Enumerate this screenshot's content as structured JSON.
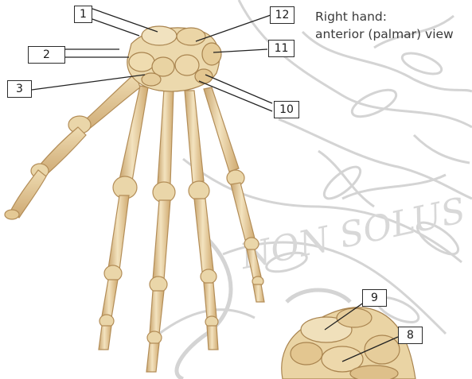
{
  "figure": {
    "title_line1": "Right hand:",
    "title_line2": "anterior (palmar) view",
    "watermark_text": "NON SOLUS"
  },
  "labels": {
    "l1": "1",
    "l2": "2",
    "l3": "3",
    "l8": "8",
    "l9": "9",
    "l10": "10",
    "l11": "11",
    "l12": "12"
  },
  "colors": {
    "bone": "#e8d3a6",
    "bone_shadow": "#c9a56f",
    "bone_highlight": "#f7ecd2",
    "background_engraving": "#cfcfcf",
    "leader_line": "#222222"
  }
}
